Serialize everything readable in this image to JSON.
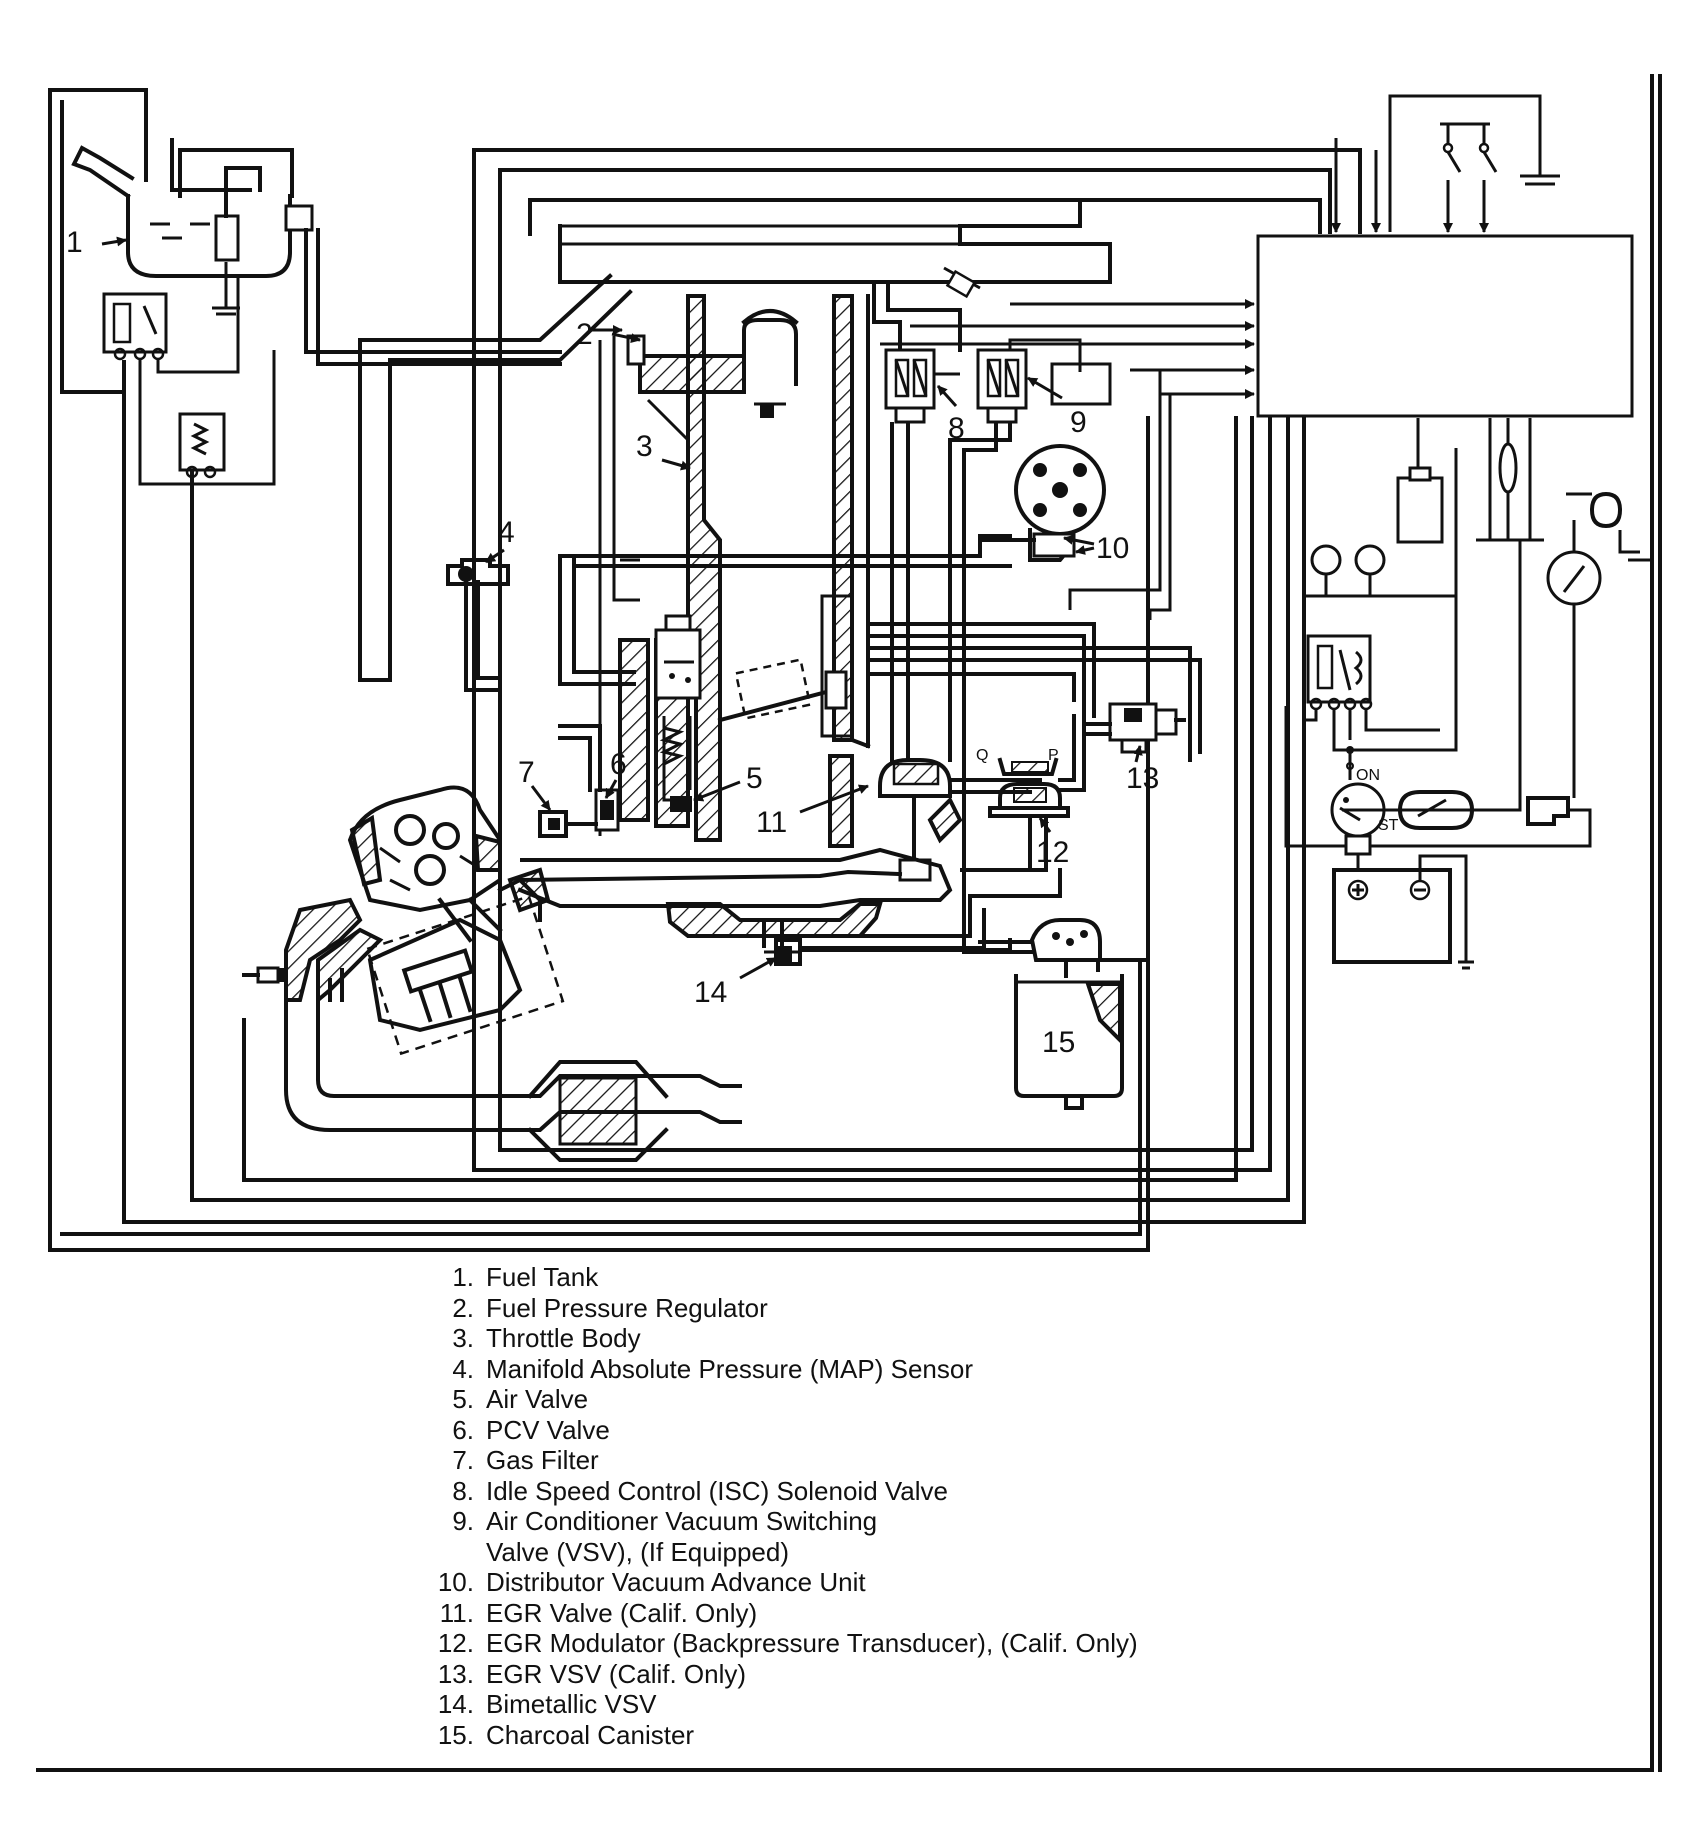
{
  "diagram": {
    "callouts": [
      "1",
      "2",
      "3",
      "4",
      "5",
      "6",
      "7",
      "8",
      "9",
      "10",
      "11",
      "12",
      "13",
      "14",
      "15"
    ],
    "port_labels": {
      "q": "Q",
      "p": "P",
      "on": "ON",
      "st": "ST"
    }
  },
  "legend": {
    "items": [
      {
        "num": "1.",
        "text": "Fuel Tank"
      },
      {
        "num": "2.",
        "text": "Fuel Pressure Regulator"
      },
      {
        "num": "3.",
        "text": "Throttle Body"
      },
      {
        "num": "4.",
        "text": "Manifold Absolute Pressure (MAP) Sensor"
      },
      {
        "num": "5.",
        "text": "Air Valve"
      },
      {
        "num": "6.",
        "text": "PCV Valve"
      },
      {
        "num": "7.",
        "text": "Gas Filter"
      },
      {
        "num": "8.",
        "text": "Idle Speed Control (ISC) Solenoid Valve"
      },
      {
        "num": "9.",
        "text": "Air Conditioner Vacuum Switching"
      },
      {
        "num": "",
        "text": "Valve (VSV), (If Equipped)"
      },
      {
        "num": "10.",
        "text": "Distributor Vacuum Advance Unit"
      },
      {
        "num": "11.",
        "text": "EGR Valve (Calif. Only)"
      },
      {
        "num": "12.",
        "text": "EGR Modulator (Backpressure Transducer), (Calif. Only)"
      },
      {
        "num": "13.",
        "text": "EGR VSV (Calif. Only)"
      },
      {
        "num": "14.",
        "text": "Bimetallic VSV"
      },
      {
        "num": "15.",
        "text": "Charcoal Canister"
      }
    ]
  }
}
